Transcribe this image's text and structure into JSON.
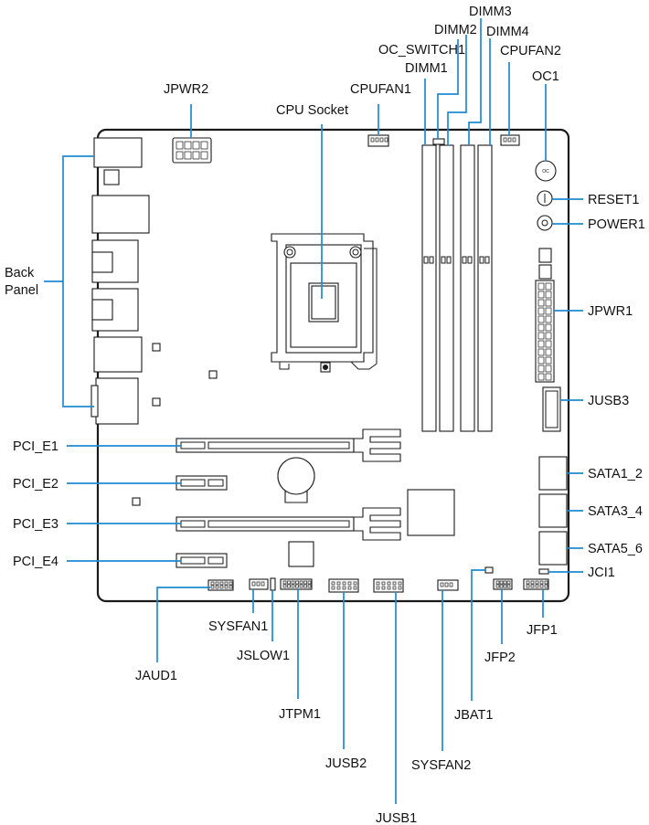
{
  "labels": {
    "jpwr2": "JPWR2",
    "cpufan1": "CPUFAN1",
    "cpu_socket": "CPU Socket",
    "dimm1": "DIMM1",
    "oc_switch1": "OC_SWITCH1",
    "dimm2": "DIMM2",
    "dimm3": "DIMM3",
    "dimm4": "DIMM4",
    "cpufan2": "CPUFAN2",
    "oc1": "OC1",
    "reset1": "RESET1",
    "power1": "POWER1",
    "jpwr1": "JPWR1",
    "jusb3": "JUSB3",
    "sata1_2": "SATA1_2",
    "sata3_4": "SATA3_4",
    "sata5_6": "SATA5_6",
    "jci1": "JCI1",
    "jfp1": "JFP1",
    "jfp2": "JFP2",
    "jbat1": "JBAT1",
    "sysfan2": "SYSFAN2",
    "jusb1": "JUSB1",
    "jusb2": "JUSB2",
    "jtpm1": "JTPM1",
    "jslow1": "JSLOW1",
    "sysfan1": "SYSFAN1",
    "jaud1": "JAUD1",
    "pci_e1": "PCI_E1",
    "pci_e2": "PCI_E2",
    "pci_e3": "PCI_E3",
    "pci_e4": "PCI_E4",
    "back_panel_line1": "Back",
    "back_panel_line2": "Panel",
    "oc_button_text": "OC"
  },
  "colors": {
    "leader_line": "#1f8ad0",
    "outline": "#1a1a1a",
    "background": "#ffffff"
  }
}
